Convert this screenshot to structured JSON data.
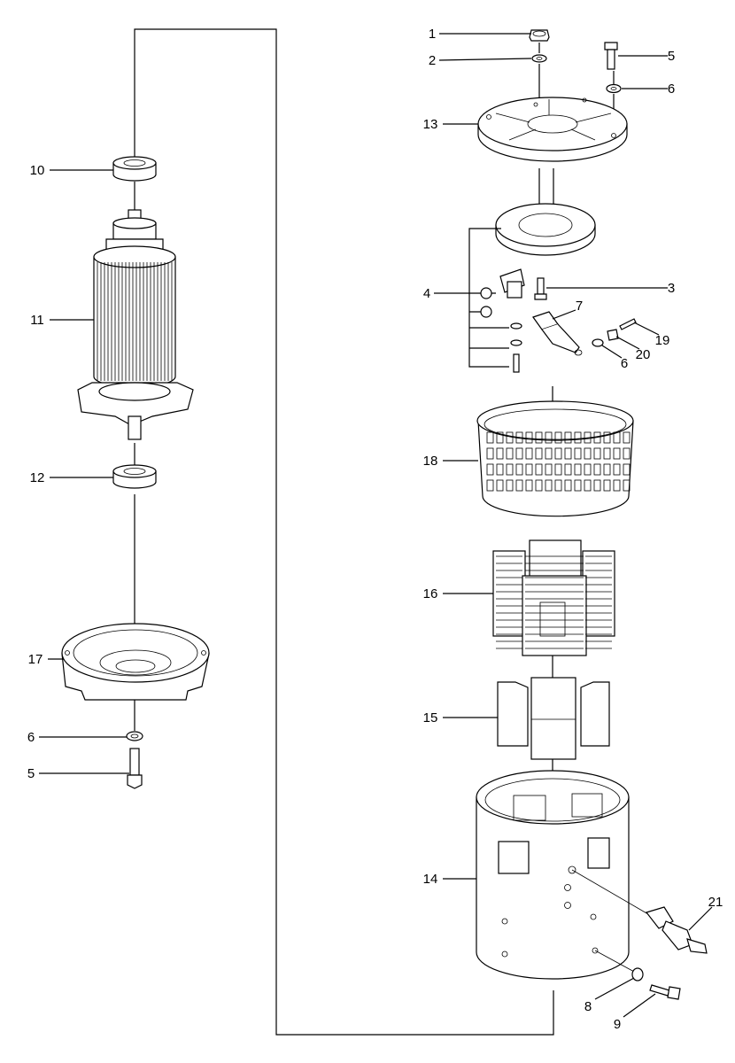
{
  "callouts": [
    {
      "id": "1",
      "text": "1"
    },
    {
      "id": "2",
      "text": "2"
    },
    {
      "id": "5a",
      "text": "5"
    },
    {
      "id": "6a",
      "text": "6"
    },
    {
      "id": "13",
      "text": "13"
    },
    {
      "id": "4",
      "text": "4"
    },
    {
      "id": "3",
      "text": "3"
    },
    {
      "id": "7",
      "text": "7"
    },
    {
      "id": "19",
      "text": "19"
    },
    {
      "id": "20",
      "text": "20"
    },
    {
      "id": "6b",
      "text": "6"
    },
    {
      "id": "18",
      "text": "18"
    },
    {
      "id": "16",
      "text": "16"
    },
    {
      "id": "15",
      "text": "15"
    },
    {
      "id": "14",
      "text": "14"
    },
    {
      "id": "21",
      "text": "21"
    },
    {
      "id": "8",
      "text": "8"
    },
    {
      "id": "9",
      "text": "9"
    },
    {
      "id": "10",
      "text": "10"
    },
    {
      "id": "11",
      "text": "11"
    },
    {
      "id": "12",
      "text": "12"
    },
    {
      "id": "17",
      "text": "17"
    },
    {
      "id": "6c",
      "text": "6"
    },
    {
      "id": "5b",
      "text": "5"
    }
  ]
}
